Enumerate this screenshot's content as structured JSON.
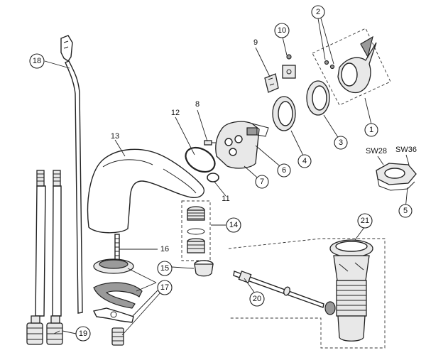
{
  "callouts": [
    {
      "id": "c1",
      "label": "1"
    },
    {
      "id": "c2",
      "label": "2"
    },
    {
      "id": "c3",
      "label": "3"
    },
    {
      "id": "c4",
      "label": "4"
    },
    {
      "id": "c5",
      "label": "5"
    },
    {
      "id": "c6",
      "label": "6"
    },
    {
      "id": "c7",
      "label": "7"
    },
    {
      "id": "c8",
      "label": "8"
    },
    {
      "id": "c9",
      "label": "9"
    },
    {
      "id": "c10",
      "label": "10"
    },
    {
      "id": "c11",
      "label": "11"
    },
    {
      "id": "c12",
      "label": "12"
    },
    {
      "id": "c13",
      "label": "13"
    },
    {
      "id": "c14",
      "label": "14"
    },
    {
      "id": "c15",
      "label": "15"
    },
    {
      "id": "c16",
      "label": "16"
    },
    {
      "id": "c17",
      "label": "17"
    },
    {
      "id": "c18",
      "label": "18"
    },
    {
      "id": "c19",
      "label": "19"
    },
    {
      "id": "c20",
      "label": "20"
    },
    {
      "id": "c21",
      "label": "21"
    }
  ],
  "wrench_sizes": {
    "sw28": "SW28",
    "sw36": "SW36"
  }
}
